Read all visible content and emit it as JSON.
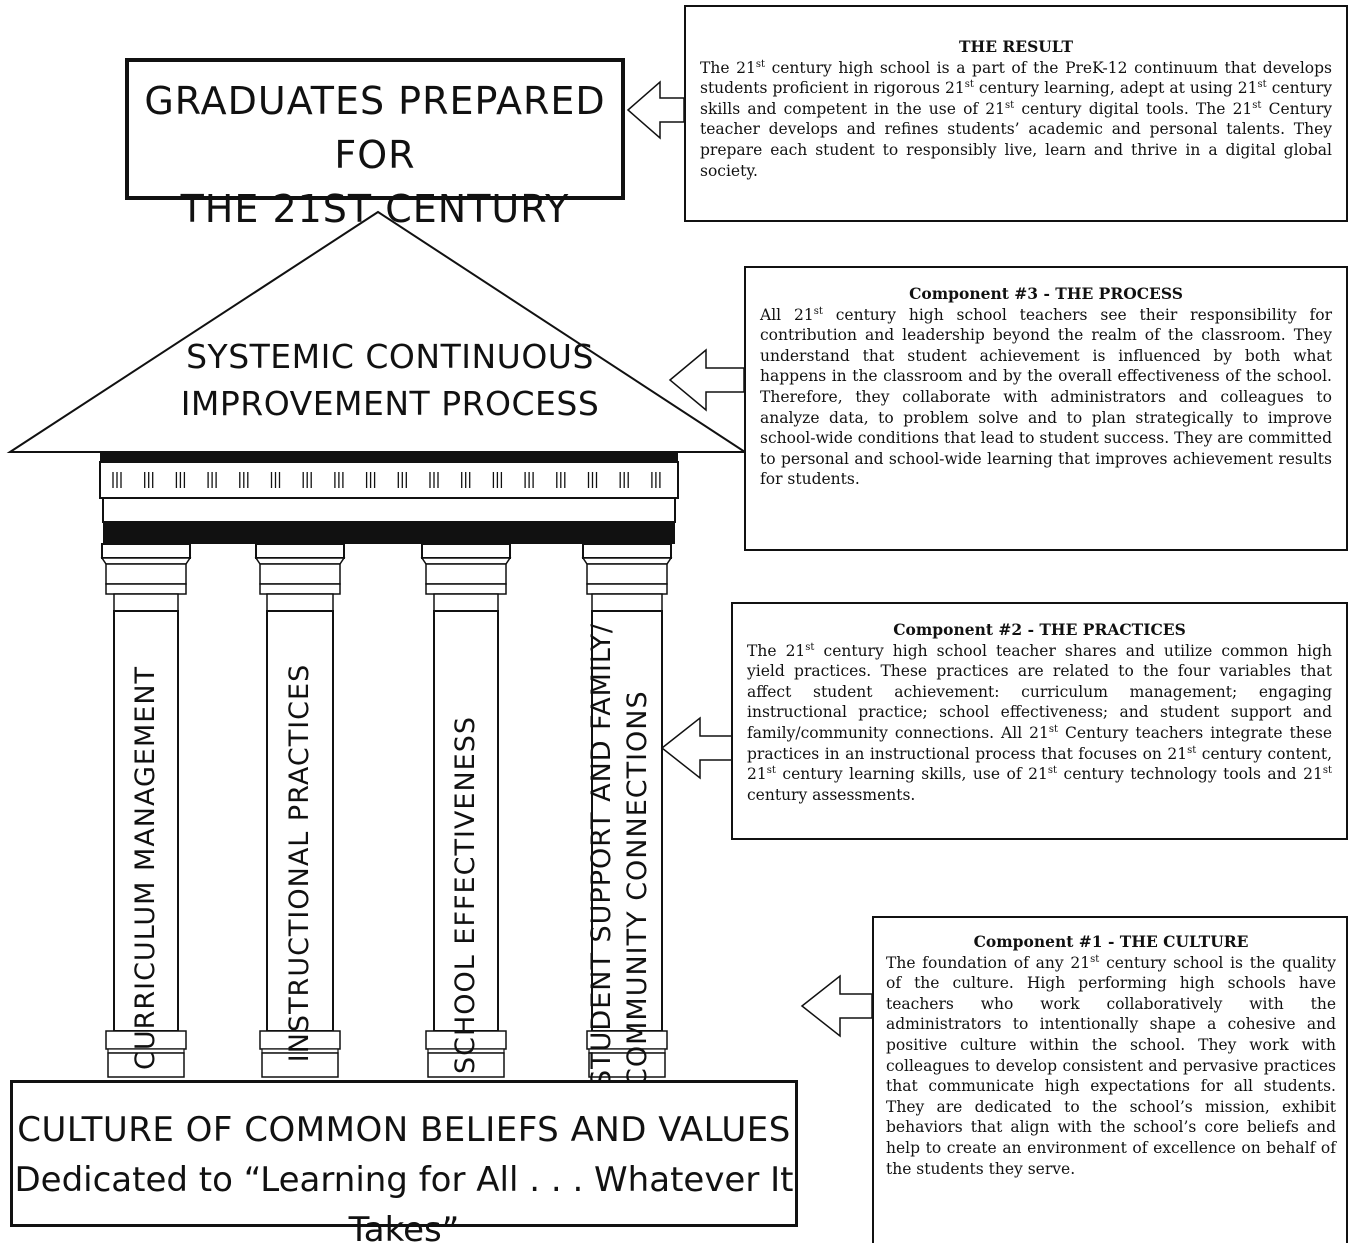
{
  "graduates": {
    "line1": "GRADUATES PREPARED FOR",
    "line2": "THE 21ST CENTURY"
  },
  "roof": {
    "line1": "SYSTEMIC CONTINUOUS",
    "line2": "IMPROVEMENT PROCESS"
  },
  "columns": [
    {
      "label": "CURRICULUM MANAGEMENT"
    },
    {
      "label": "INSTRUCTIONAL PRACTICES"
    },
    {
      "label": "SCHOOL EFFECTIVENESS"
    },
    {
      "label_line1": "STUDENT SUPPORT AND FAMILY/",
      "label_line2": "COMMUNITY CONNECTIONS"
    }
  ],
  "foundation": {
    "line1": "CULTURE OF COMMON BELIEFS AND VALUES",
    "line2": "Dedicated to “Learning for All . . . Whatever It Takes”"
  },
  "boxes": {
    "result": {
      "title": "THE RESULT",
      "text": "The 21st century high school is a part of the PreK-12 continuum that develops students proficient in rigorous 21st century learning, adept at using 21st century skills and competent in the use of 21st century digital tools. The 21st Century teacher develops and refines students’ academic and personal talents. They prepare each student to responsibly live, learn and thrive in a digital global society."
    },
    "process": {
      "title": "Component #3 - THE PROCESS",
      "text": "All 21st century high school teachers see their responsibility for contribution and leadership beyond the realm of the classroom. They understand that student achievement is influenced by both what happens in the classroom and by the overall effectiveness of the school. Therefore, they collaborate with administrators and colleagues to analyze data, to problem solve and to plan strategically to improve school-wide conditions that lead to student success. They are committed to personal and school-wide learning that improves achievement results for students."
    },
    "practices": {
      "title": "Component #2 - THE PRACTICES",
      "text": "The 21st century high school teacher shares and utilize common high yield practices. These practices are related to the four variables that affect student achievement: curriculum management; engaging instructional practice; school effectiveness; and student support and family/community connections. All 21st Century teachers integrate these practices in an instructional process that focuses on 21st century content, 21st century learning skills, use of 21st century technology tools and 21st century assessments."
    },
    "culture": {
      "title": "Component #1 - THE CULTURE",
      "text": "The foundation of any 21st century school is the quality of the culture. High performing high schools have teachers who work collaboratively with the administrators to intentionally shape a cohesive and positive culture within the school. They work with colleagues to develop consistent and pervasive practices that communicate high expectations for all students. They are dedicated to the school’s mission, exhibit behaviors that align with the school’s core beliefs and help to create an environment of excellence on behalf of the students they serve."
    }
  },
  "colors": {
    "ink": "#111111",
    "background": "#ffffff"
  }
}
